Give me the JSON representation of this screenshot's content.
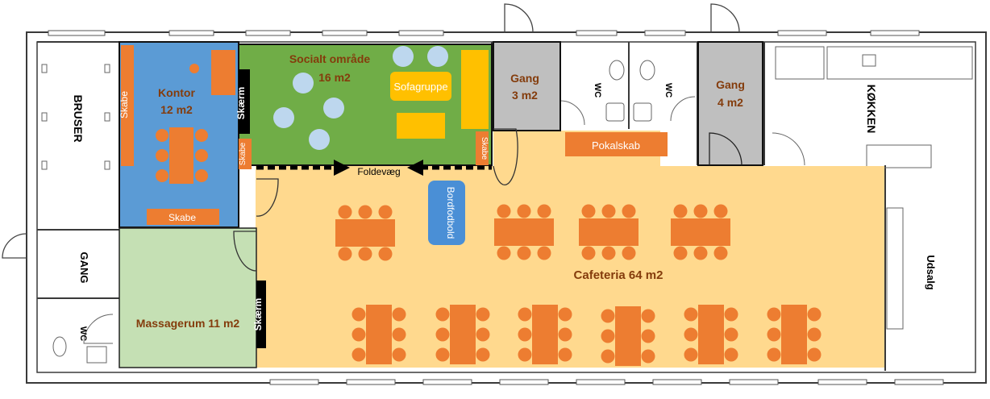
{
  "colors": {
    "office": "#5b9bd5",
    "social": "#70ad47",
    "corridor": "#bfbfbf",
    "cafeteria": "#ffd98e",
    "massage": "#c5e0b4",
    "furniture": "#ed7d31",
    "sofa": "#ffc000",
    "chair_light": "#bdd7ee",
    "football": "#4a8fd6",
    "screen": "#000000",
    "room_label": "#843c0c",
    "plan_label": "#000000"
  },
  "rooms": {
    "office": {
      "name": "Kontor",
      "area": "12 m2"
    },
    "social": {
      "name": "Socialt område",
      "area": "16 m2"
    },
    "gang_small": {
      "name": "Gang",
      "area": "3 m2"
    },
    "gang_right": {
      "name": "Gang",
      "area": "4 m2"
    },
    "cafeteria": {
      "label": "Cafeteria 64 m2"
    },
    "massage": {
      "label": "Massagerum 11 m2"
    }
  },
  "labels": {
    "skabe": "Skabe",
    "skaerm": "Skærm",
    "sofagruppe": "Sofagruppe",
    "pokalskab": "Pokalskab",
    "foldevaeg": "Foldevæg",
    "bordfodbold": "Bordfodbold"
  },
  "plan_labels": {
    "bruser": "BRUSER",
    "gang": "GANG",
    "wc": "WC",
    "kokken": "KØKKEN",
    "udsalg": "Udsalg"
  }
}
